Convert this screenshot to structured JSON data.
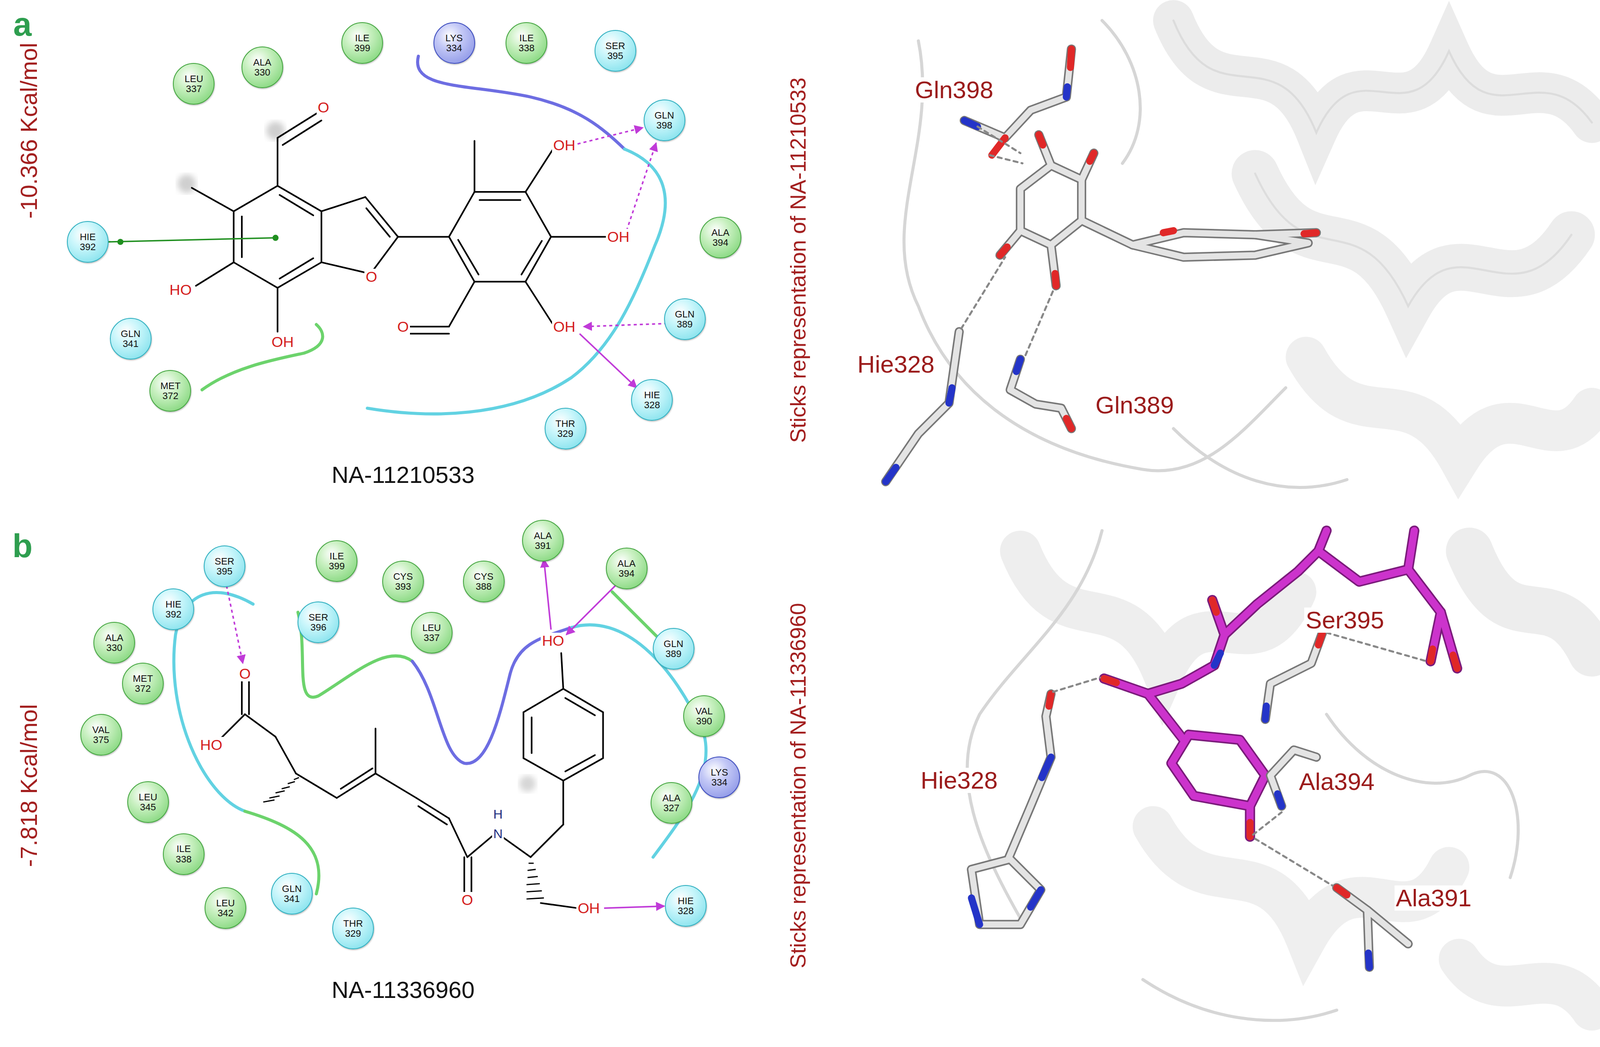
{
  "diagram": {
    "nodes": [
      {
        "text": [
          "LEU 337"
        ]
      },
      {
        "text": [
          "ALA 330"
        ]
      },
      {
        "text": [
          "ILE 399"
        ]
      },
      {
        "text": [
          "LYS 334"
        ]
      },
      {
        "text": [
          "ILE 338"
        ]
      },
      {
        "text": [
          "SER 395"
        ]
      },
      {
        "text": [
          "GLN 398"
        ]
      },
      {
        "text": [
          "HIE 392"
        ]
      },
      {
        "text": [
          "ALA 394"
        ]
      },
      {
        "text": [
          "GLN 389"
        ]
      },
      {
        "text": [
          "GLN 341"
        ]
      },
      {
        "text": [
          "MET 372"
        ]
      },
      {
        "text": [
          "HIE 328"
        ]
      },
      {
        "text": [
          "THR 329"
        ]
      },
      {
        "text": [
          "SER 395"
        ]
      },
      {
        "text": [
          "ILE 399"
        ]
      },
      {
        "text": [
          "CYS 393"
        ]
      },
      {
        "text": [
          "CYS 388"
        ]
      },
      {
        "text": [
          "ALA 391"
        ]
      },
      {
        "text": [
          "ALA 394"
        ]
      },
      {
        "text": [
          "HIE 392"
        ]
      },
      {
        "text": [
          "SER 396"
        ]
      },
      {
        "text": [
          "ALA 330"
        ]
      },
      {
        "text": [
          "LEU 337"
        ]
      },
      {
        "text": [
          "GLN 389"
        ]
      },
      {
        "text": [
          "MET 372"
        ]
      },
      {
        "text": [
          "VAL 375"
        ]
      },
      {
        "text": [
          "VAL 390"
        ]
      },
      {
        "text": [
          "LYS 334"
        ]
      },
      {
        "text": [
          "LEU 345"
        ]
      },
      {
        "text": [
          "ALA 327"
        ]
      },
      {
        "text": [
          "ILE 338"
        ]
      },
      {
        "text": [
          "GLN 341"
        ]
      },
      {
        "text": [
          "LEU 342"
        ]
      },
      {
        "text": [
          "THR 329"
        ]
      },
      {
        "text": [
          "HIE 328"
        ]
      }
    ],
    "labels": [
      "a",
      "-10.366 Kcal/mol",
      "O",
      "HO",
      "OH",
      "O",
      "OH",
      "OH",
      "OH",
      "O",
      "NA-11210533",
      "Sticks representation of NA-11210533",
      "Gln398",
      "Hie328",
      "Gln389",
      "b",
      "-7.818 Kcal/mol",
      "O",
      "HO",
      "H",
      "N",
      "O",
      "HO",
      "OH",
      "NA-11336960",
      "Sticks representation of NA-11336960",
      "Ser395",
      "Hie328",
      "Ala394",
      "Ala391"
    ]
  }
}
